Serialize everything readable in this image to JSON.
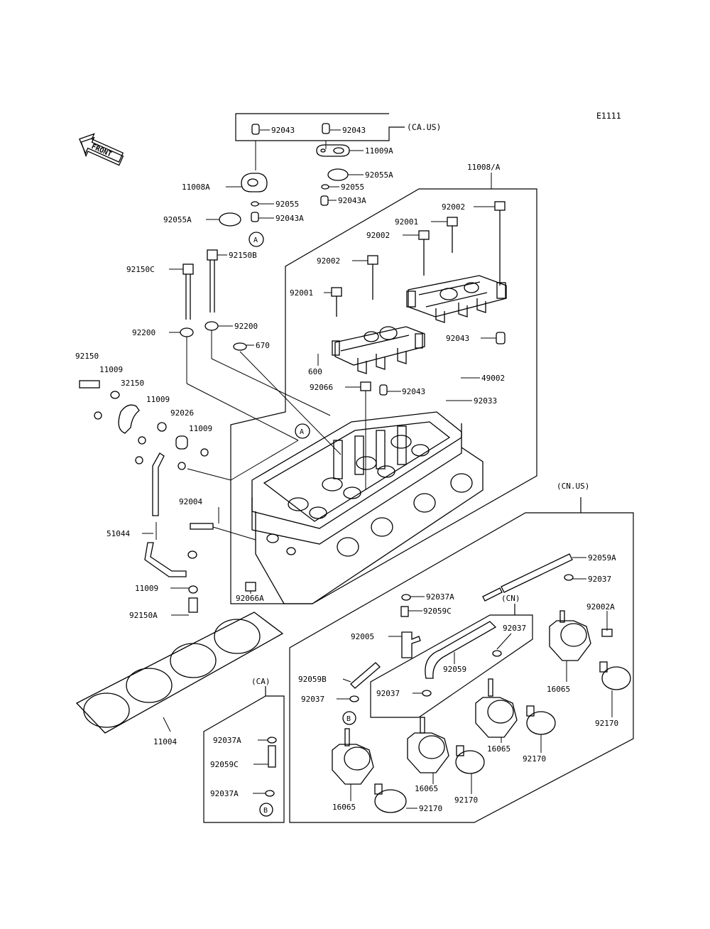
{
  "diagram_code": "E1111",
  "front_label": "FRONT",
  "group_labels": {
    "ca_us": "(CA.US)",
    "cn_us": "(CN.US)",
    "cn": "(CN)",
    "ca": "(CA)"
  },
  "ref_markers": {
    "a": "A",
    "b": "B"
  },
  "callouts": {
    "p92043_top_l": "92043",
    "p92043_top_r": "92043",
    "p11009a": "11009A",
    "p11008a_l": "11008A",
    "p92055a_r": "92055A",
    "p92055_r": "92055",
    "p92055_l": "92055",
    "p92043a_r": "92043A",
    "p92055a_l": "92055A",
    "p92043a_l": "92043A",
    "p11008_a": "11008/A",
    "p92002_a": "92002",
    "p92001_a": "92001",
    "p92002_b": "92002",
    "p92150b": "92150B",
    "p92150c": "92150C",
    "p92002_c": "92002",
    "p92001_b": "92001",
    "p92043_mid": "92043",
    "p92200_l": "92200",
    "p92200_r": "92200",
    "p670": "670",
    "p92150": "92150",
    "p11009_a": "11009",
    "p32150": "32150",
    "p600": "600",
    "p49002": "49002",
    "p92066": "92066",
    "p92043_low": "92043",
    "p11009_b": "11009",
    "p92026": "92026",
    "p92033": "92033",
    "p11009_c": "11009",
    "p92004": "92004",
    "p51044": "51044",
    "p11009_d": "11009",
    "p92066a": "92066A",
    "p92150a": "92150A",
    "p92059a": "92059A",
    "p92037_r": "92037",
    "p92037a_t": "92037A",
    "p92059c_t": "92059C",
    "p92002a": "92002A",
    "p92037_cn": "92037",
    "p92005": "92005",
    "p92059": "92059",
    "p92059b": "92059B",
    "p92037_m": "92037",
    "p92037_l": "92037",
    "p16065_r": "16065",
    "p92170_r": "92170",
    "p11004": "11004",
    "p92037a_ca": "92037A",
    "p92059c_ca": "92059C",
    "p92037a_ca2": "92037A",
    "p16065_m": "16065",
    "p92170_m": "92170",
    "p16065_b": "16065",
    "p92170_b": "92170",
    "p16065_l": "16065",
    "p92170_l": "92170"
  }
}
